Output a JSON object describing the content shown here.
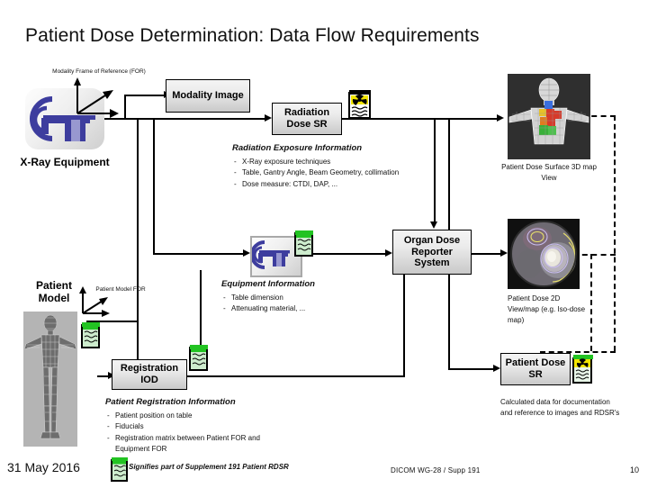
{
  "slide": {
    "title": "Patient Dose Determination: Data Flow Requirements"
  },
  "nodes": {
    "modality_image": "Modality Image",
    "radiation_dose_sr": "Radiation Dose SR",
    "organ_dose_reporter": "Organ Dose Reporter System",
    "registration_iod": "Registration IOD",
    "patient_dose_sr": "Patient Dose SR"
  },
  "actors": {
    "xray_equipment": "X-Ray Equipment",
    "patient_model": "Patient Model"
  },
  "frames": {
    "modality_for": "Modality Frame of Reference (FOR)",
    "patient_model_for": "Patient Model FOR"
  },
  "info_blocks": [
    {
      "heading": "Radiation Exposure Information",
      "bullets": [
        "X-Ray exposure techniques",
        "Table, Gantry Angle, Beam Geometry, collimation",
        "Dose measure: CTDI, DAP, ..."
      ]
    },
    {
      "heading": "Equipment Information",
      "bullets": [
        "Table dimension",
        "Attenuating material, ..."
      ]
    },
    {
      "heading": "Patient Registration Information",
      "bullets": [
        "Patient position on table",
        "Fiducials",
        "Registration matrix between Patient FOR and Equipment FOR"
      ]
    }
  ],
  "outputs": {
    "dose_surface_3d": "Patient Dose Surface 3D map View",
    "dose_2d_map": "Patient Dose 2D View/map (e.g. Iso-dose map)",
    "patient_dose_sr_note": "Calculated data for documentation and reference to images and RDSR's"
  },
  "footer": {
    "date": "31 May 2016",
    "legend": "Signifies part of Supplement 191 Patient RDSR",
    "center": "DICOM WG-28 / Supp 191",
    "page": "10"
  },
  "colors": {
    "equipment_blue": "#3d3d9e",
    "rdsr_green": "#22c322",
    "radiation_yellow": "#f2e500",
    "box_border": "#000000"
  }
}
